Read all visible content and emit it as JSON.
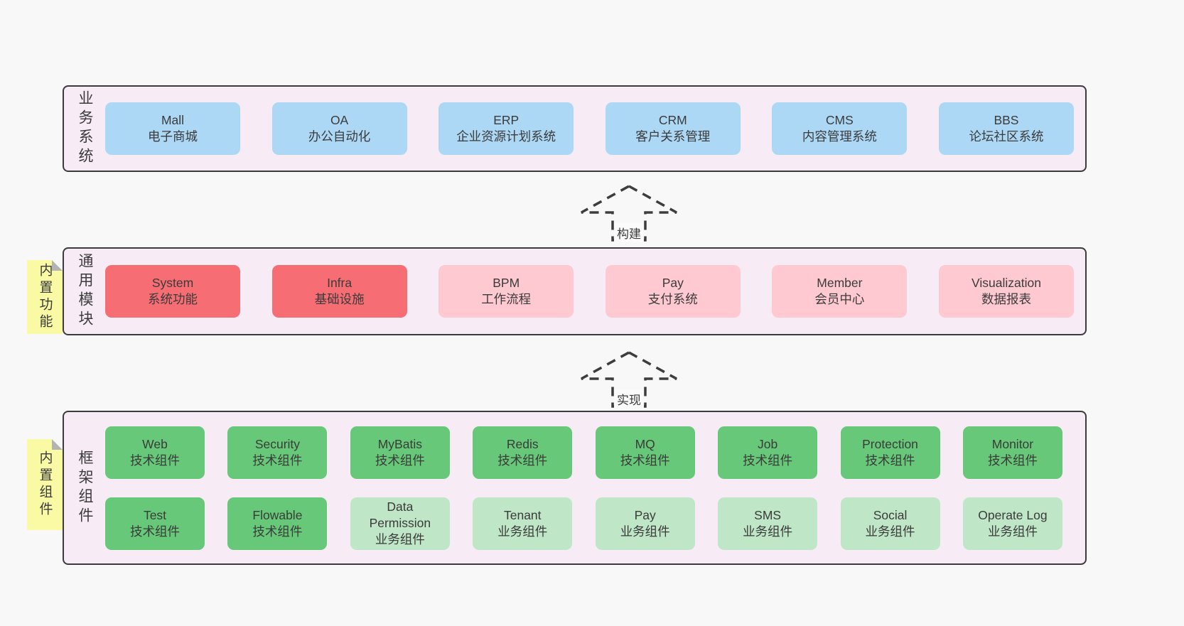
{
  "palette": {
    "page_bg": "#f8f8f8",
    "layer_bg": "#f7ecf6",
    "layer_border": "#3b3b3b",
    "blue": "#acd8f5",
    "red": "#f66d73",
    "pink": "#ffc9d2",
    "green_dark": "#66c878",
    "green_light": "#bfe6c6",
    "yellow": "#fafaa5",
    "fold": "#b3b3b3",
    "text": "#3b3b3b",
    "arrow": "#3d3d3d"
  },
  "layers": [
    {
      "label": "业务系统",
      "boxes": [
        {
          "title": "Mall",
          "subtitle": "电子商城"
        },
        {
          "title": "OA",
          "subtitle": "办公自动化"
        },
        {
          "title": "ERP",
          "subtitle": "企业资源计划系统"
        },
        {
          "title": "CRM",
          "subtitle": "客户关系管理"
        },
        {
          "title": "CMS",
          "subtitle": "内容管理系统"
        },
        {
          "title": "BBS",
          "subtitle": "论坛社区系统"
        }
      ]
    },
    {
      "label": "通用模块",
      "note": "内置功能",
      "boxes": [
        {
          "title": "System",
          "subtitle": "系统功能"
        },
        {
          "title": "Infra",
          "subtitle": "基础设施"
        },
        {
          "title": "BPM",
          "subtitle": "工作流程"
        },
        {
          "title": "Pay",
          "subtitle": "支付系统"
        },
        {
          "title": "Member",
          "subtitle": "会员中心"
        },
        {
          "title": "Visualization",
          "subtitle": "数据报表"
        }
      ]
    },
    {
      "label": "框架组件",
      "note": "内置组件",
      "rows": [
        [
          {
            "title": "Web",
            "subtitle": "技术组件"
          },
          {
            "title": "Security",
            "subtitle": "技术组件"
          },
          {
            "title": "MyBatis",
            "subtitle": "技术组件"
          },
          {
            "title": "Redis",
            "subtitle": "技术组件"
          },
          {
            "title": "MQ",
            "subtitle": "技术组件"
          },
          {
            "title": "Job",
            "subtitle": "技术组件"
          },
          {
            "title": "Protection",
            "subtitle": "技术组件"
          },
          {
            "title": "Monitor",
            "subtitle": "技术组件"
          }
        ],
        [
          {
            "title": "Test",
            "subtitle": "技术组件"
          },
          {
            "title": "Flowable",
            "subtitle": "技术组件"
          },
          {
            "title": "Data Permission",
            "subtitle": "业务组件"
          },
          {
            "title": "Tenant",
            "subtitle": "业务组件"
          },
          {
            "title": "Pay",
            "subtitle": "业务组件"
          },
          {
            "title": "SMS",
            "subtitle": "业务组件"
          },
          {
            "title": "Social",
            "subtitle": "业务组件"
          },
          {
            "title": "Operate Log",
            "subtitle": "业务组件"
          }
        ]
      ]
    }
  ],
  "arrows": [
    {
      "label": "构建"
    },
    {
      "label": "实现"
    }
  ]
}
